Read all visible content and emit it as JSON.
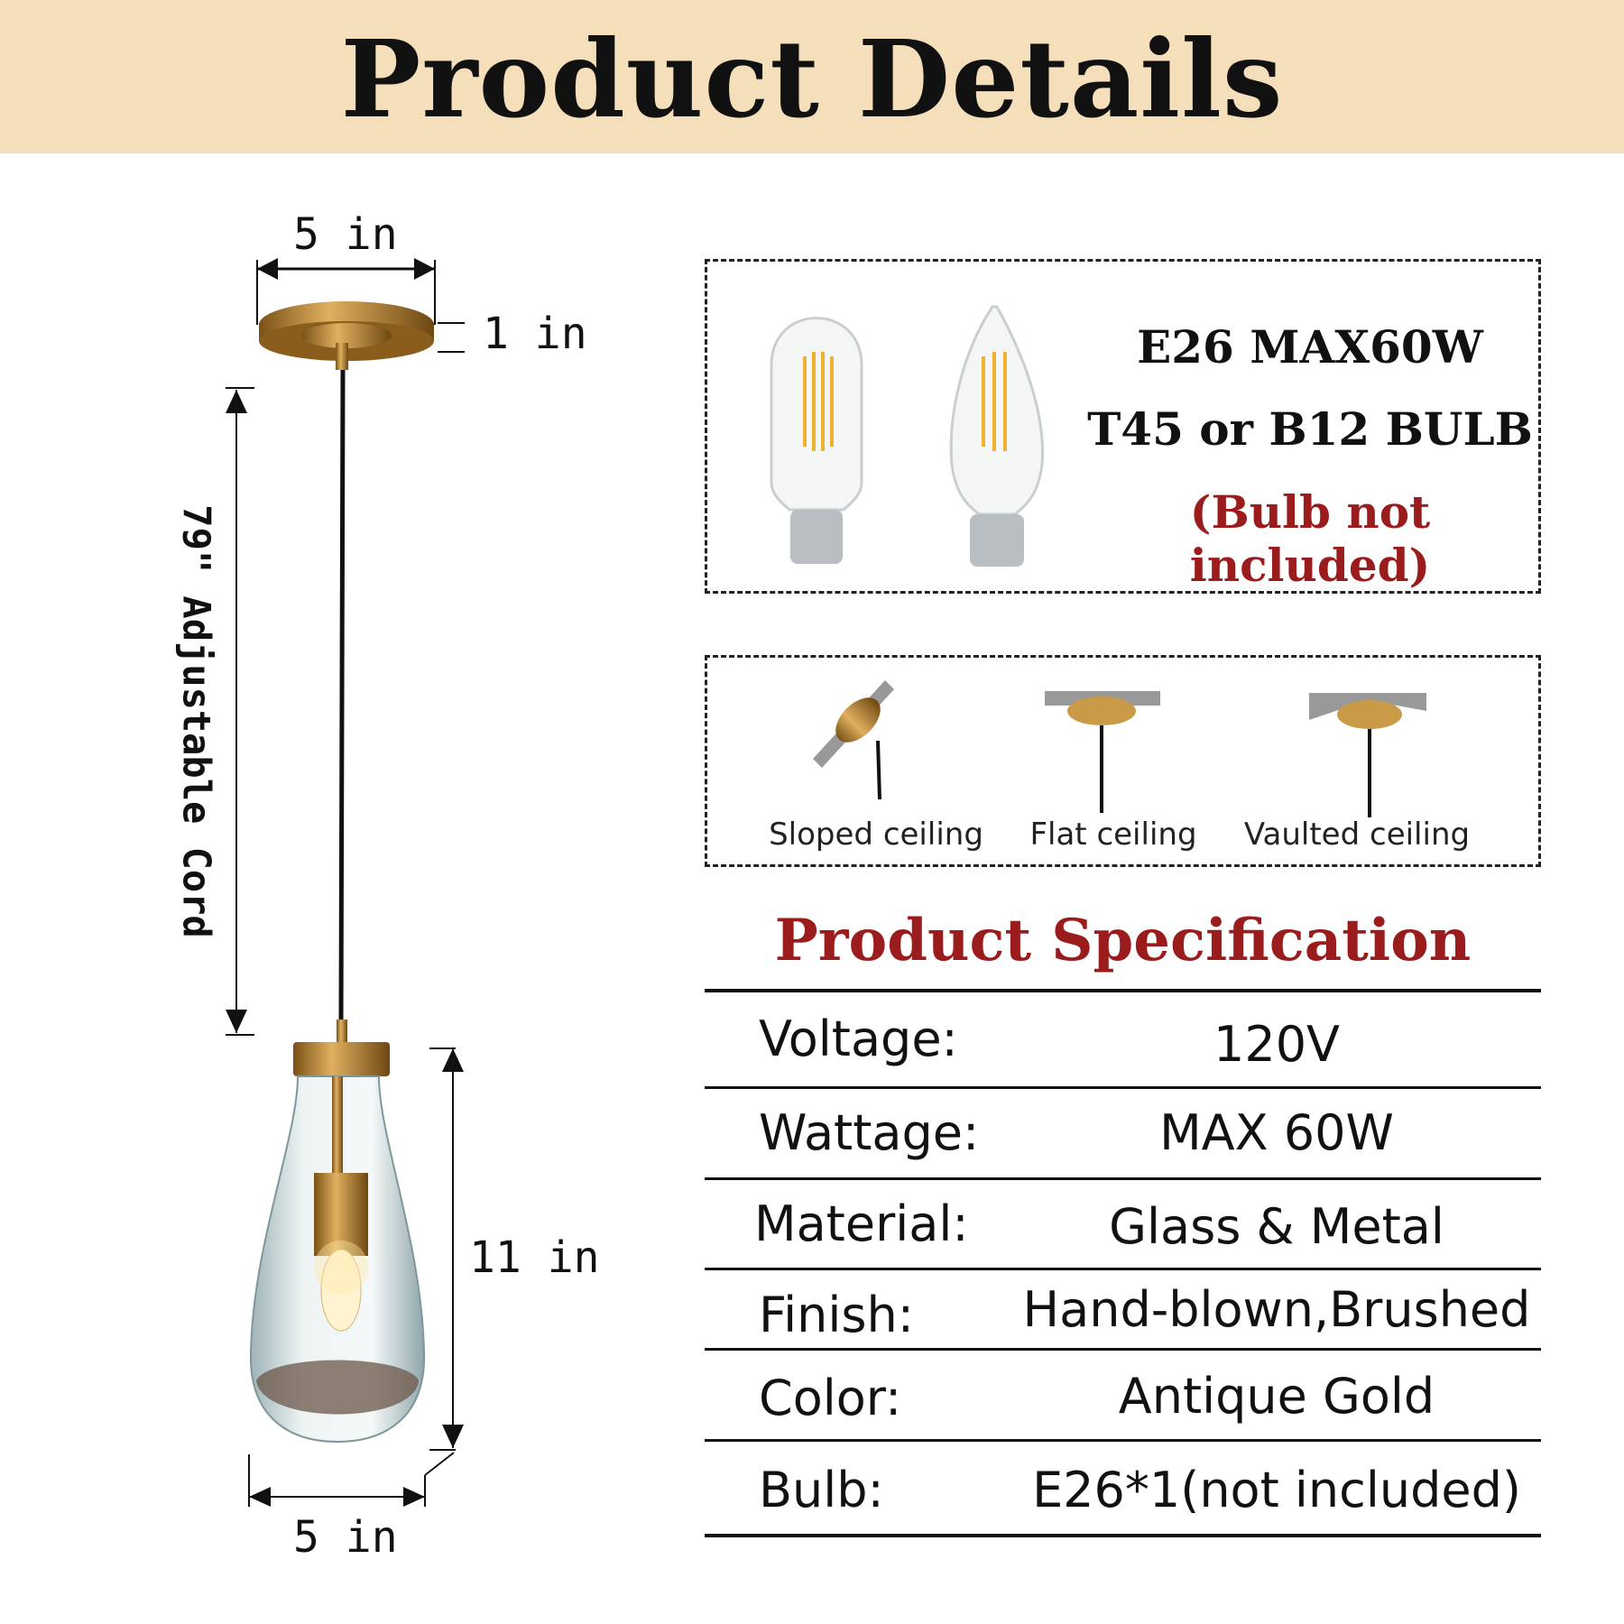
{
  "header": {
    "title": "Product Details"
  },
  "dimensions": {
    "canopy_width": "5 in",
    "canopy_height": "1 in",
    "cord_length": "79\" Adjustable Cord",
    "shade_height": "11 in",
    "shade_width": "5 in"
  },
  "bulb_box": {
    "line1": "E26 MAX60W",
    "line2": "T45 or B12 BULB",
    "line3": "(Bulb not included)",
    "note_color": "#9b1c1c"
  },
  "mounting": [
    {
      "label": "Sloped ceiling"
    },
    {
      "label": "Flat ceiling"
    },
    {
      "label": "Vaulted ceiling"
    }
  ],
  "spec": {
    "title": "Product Specification",
    "rows": [
      {
        "label": "Voltage:",
        "value": "120V"
      },
      {
        "label": "Wattage:",
        "value": "MAX 60W"
      },
      {
        "label": "Material:",
        "value": "Glass & Metal"
      },
      {
        "label": "Finish:",
        "value": "Hand-blown,Brushed"
      },
      {
        "label": "Color:",
        "value": "Antique Gold"
      },
      {
        "label": "Bulb:",
        "value": "E26*1(not included)"
      }
    ]
  },
  "colors": {
    "header_bg": "#f5dfba",
    "accent_red": "#9b1c1c",
    "brass": "#b8862e"
  }
}
